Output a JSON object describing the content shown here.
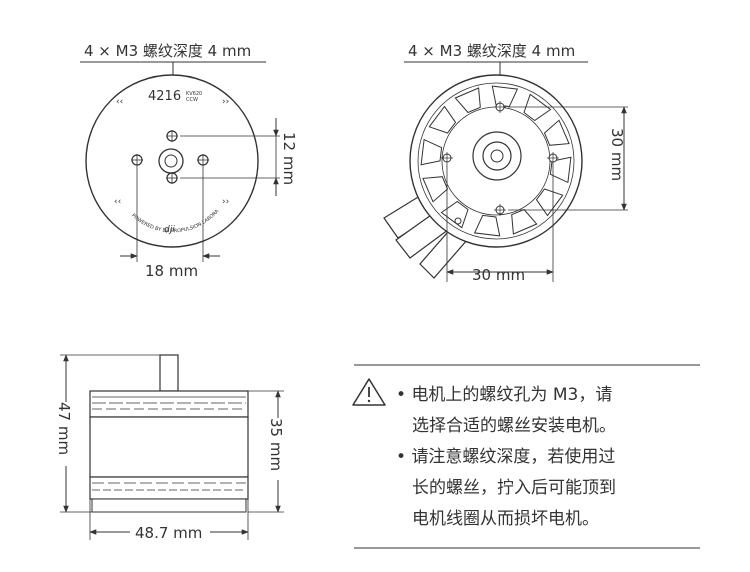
{
  "top_left": {
    "callout": "4 × M3 螺纹深度 4 mm",
    "model_number": "4216",
    "model_sub1": "KV620",
    "model_sub2": "CCW",
    "logo_text": "dji",
    "ring_text": "POWERED BY DJI PROPULSION LABORATORY",
    "dim_vertical": "12 mm",
    "dim_horizontal": "18 mm"
  },
  "top_right": {
    "callout": "4 × M3 螺纹深度 4 mm",
    "dim_vertical": "30 mm",
    "dim_horizontal": "30 mm"
  },
  "side_view": {
    "dim_total_height": "47 mm",
    "dim_body_height": "35 mm",
    "dim_width": "48.7 mm"
  },
  "warning": {
    "icon": "warning-triangle-icon",
    "bullet": "•",
    "item1_line1": "电机上的螺纹孔为 M3，请",
    "item1_line2": "选择合适的螺丝安装电机。",
    "item2_line1": "请注意螺纹深度，若使用过",
    "item2_line2": "长的螺丝，拧入后可能顶到",
    "item2_line3": "电机线圈从而损坏电机。"
  }
}
